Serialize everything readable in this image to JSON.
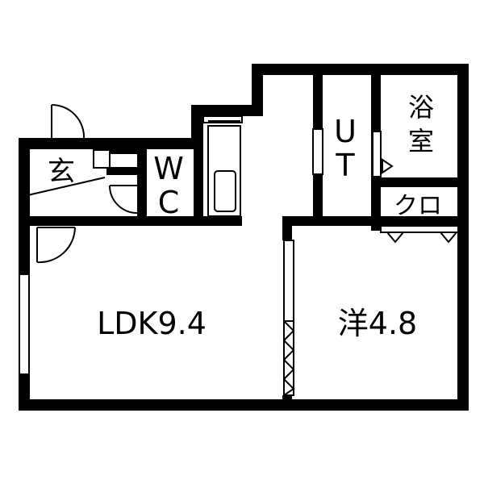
{
  "floor_plan": {
    "rooms": {
      "entrance": "玄",
      "toilet_line1": "W",
      "toilet_line2": "C",
      "utility_line1": "U",
      "utility_line2": "T",
      "bath_line1": "浴",
      "bath_line2": "室",
      "closet": "クロ",
      "ldk": "LDK9.4",
      "western_room": "洋4.8"
    },
    "colors": {
      "wall": "#000000",
      "background": "#ffffff",
      "fixture_fill": "#d9d9d9"
    }
  }
}
